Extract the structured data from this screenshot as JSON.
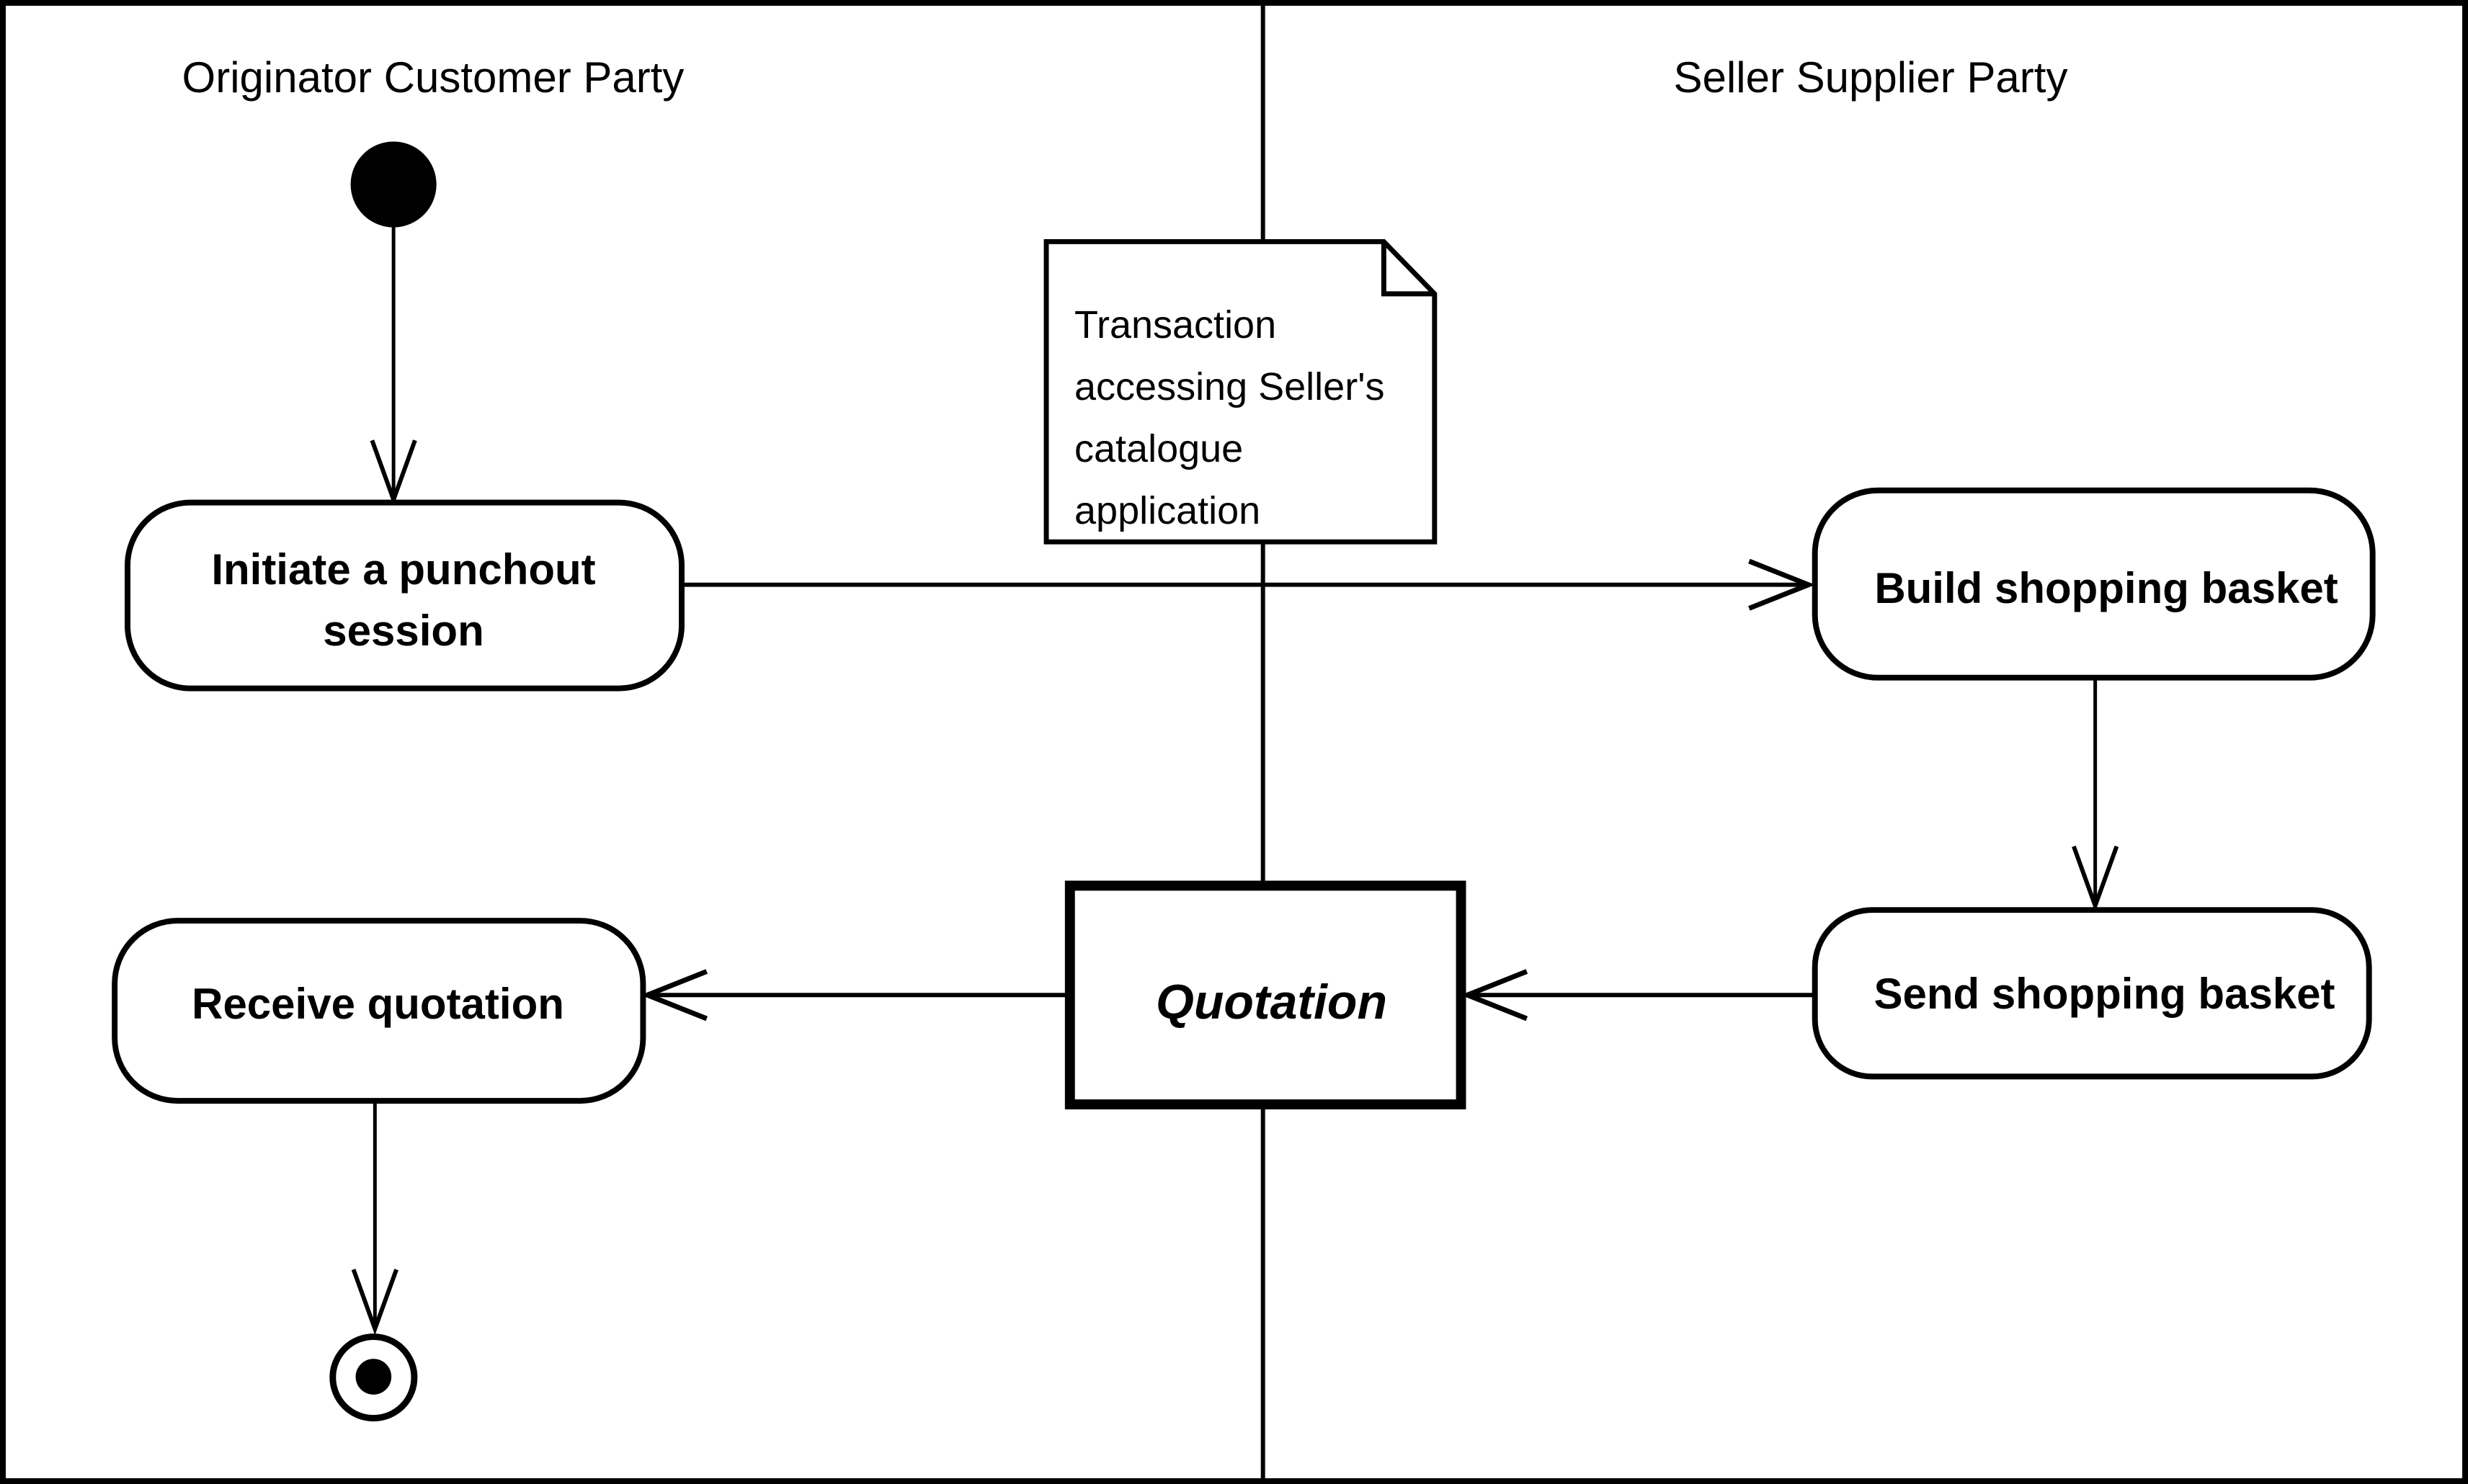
{
  "diagram": {
    "lanes": {
      "left_title": "Originator Customer Party",
      "right_title": "Seller Supplier Party"
    },
    "nodes": {
      "initiate": "Initiate a punchout session",
      "build": "Build shopping basket",
      "send": "Send shopping basket",
      "receive": "Receive quotation",
      "quotation": "Quotation"
    },
    "note": {
      "lines": [
        "Transaction",
        "accessing Seller's",
        "catalogue",
        "application"
      ]
    },
    "colors": {
      "ink": "#000000",
      "paper": "#ffffff"
    }
  }
}
